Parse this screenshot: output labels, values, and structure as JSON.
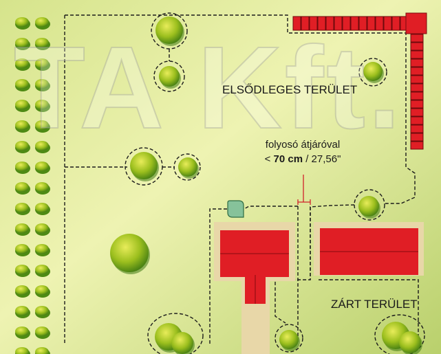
{
  "labels": {
    "primary_area": "ELSŐDLEGES TERÜLET",
    "closed_area": "ZÁRT TERÜLET",
    "corridor_line1": "folyosó átjáróval",
    "corridor_lt": "< ",
    "corridor_bold": "70 cm",
    "corridor_rest": " / 27,56\""
  },
  "watermark": "TA Kft.",
  "colors": {
    "lawn_light": "#eef3b0",
    "lawn_dark": "#b7d06a",
    "building_red": "#e01e25",
    "path_beige": "#e8d7a8",
    "boundary_wire": "#1a1a1a",
    "charging_station": "#86c29a",
    "measure_marker": "#d0202a"
  },
  "icons": {
    "tree": "tree-icon",
    "hedge": "hedge-icon",
    "station": "charging-station-icon"
  }
}
